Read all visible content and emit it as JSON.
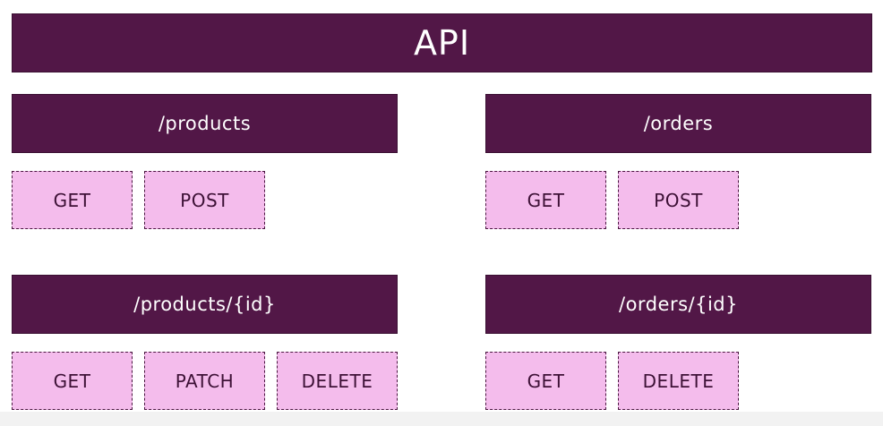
{
  "diagram": {
    "title": "API",
    "resources": [
      {
        "path": "/products",
        "methods": [
          "GET",
          "POST"
        ]
      },
      {
        "path": "/orders",
        "methods": [
          "GET",
          "POST"
        ]
      },
      {
        "path": "/products/{id}",
        "methods": [
          "GET",
          "PATCH",
          "DELETE"
        ]
      },
      {
        "path": "/orders/{id}",
        "methods": [
          "GET",
          "DELETE"
        ]
      }
    ]
  },
  "colors": {
    "bar_background": "#521747",
    "method_background": "#f4bcec",
    "method_border": "#4a1640",
    "text_light": "#ffffff",
    "text_dark": "#3d1136"
  }
}
